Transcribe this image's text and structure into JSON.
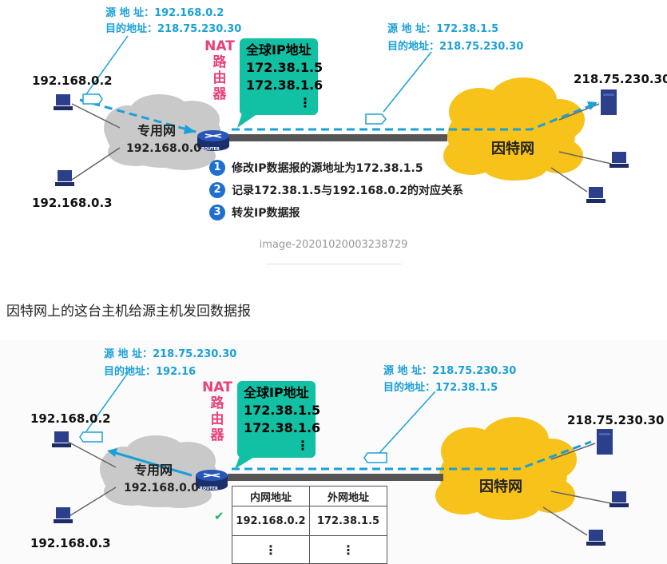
{
  "figure1": {
    "src_label": "源 地 址：",
    "src_value": "192.168.0.2",
    "dst_label": "目的地址：",
    "dst_value": "218.75.230.30",
    "right_src_label": "源 地 址：",
    "right_src_value": "172.38.1.5",
    "right_dst_label": "目的地址：",
    "right_dst_value": "218.75.230.30",
    "nat_line1": "NAT",
    "nat_line2": "路",
    "nat_line3": "由",
    "nat_line4": "器",
    "global_ip_title": "全球IP地址",
    "global_ip_1": "172.38.1.5",
    "global_ip_2": "172.38.1.6",
    "global_ip_more": "⋮",
    "host_top": "192.168.0.2",
    "host_bottom": "192.168.0.3",
    "private_net": "专用网",
    "private_net_addr": "192.168.0.0",
    "router_text": "ROUTER",
    "internet": "因特网",
    "server_ip": "218.75.230.30",
    "steps": [
      {
        "num": "1",
        "text": "修改IP数据报的源地址为172.38.1.5"
      },
      {
        "num": "2",
        "text": "记录172.38.1.5与192.168.0.2的对应关系"
      },
      {
        "num": "3",
        "text": "转发IP数据报"
      }
    ],
    "caption": "image-20201020003238729"
  },
  "sentence": "因特网上的这台主机给源主机发回数据报",
  "figure2": {
    "src_label": "源 地 址：",
    "src_value": "218.75.230.30",
    "dst_label": "目的地址：",
    "dst_value": "192.16",
    "right_src_label": "源 地 址：",
    "right_src_value": "218.75.230.30",
    "right_dst_label": "目的地址：",
    "right_dst_value": "172.38.1.5",
    "nat_line1": "NAT",
    "nat_line2": "路",
    "nat_line3": "由",
    "nat_line4": "器",
    "global_ip_title": "全球IP地址",
    "global_ip_1": "172.38.1.5",
    "global_ip_2": "172.38.1.6",
    "global_ip_more": "⋮",
    "host_top": "192.168.0.2",
    "host_bottom": "192.168.0.3",
    "private_net": "专用网",
    "private_net_addr": "192.168.0.0",
    "router_text": "ROUTER",
    "internet": "因特网",
    "server_ip": "218.75.230.30",
    "table": {
      "headers": [
        "内网地址",
        "外网地址"
      ],
      "row1": [
        "192.168.0.2",
        "172.38.1.5"
      ],
      "more": [
        "⋮",
        "⋮"
      ],
      "check": "✔"
    }
  },
  "colors": {
    "accent_blue": "#1aa0d8",
    "nat_pink": "#e8407a",
    "green_box": "#12c0a4",
    "internet_yellow": "#f7c21a",
    "cloud_gray": "#c9c9c9",
    "step_blue": "#1e6fd0"
  }
}
